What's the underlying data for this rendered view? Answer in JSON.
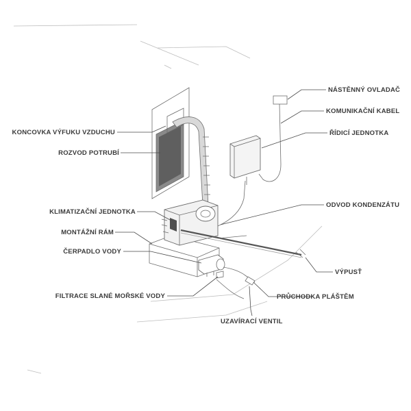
{
  "labels": {
    "koncovka": "KONCOVKA VÝFUKU VZDUCHU",
    "rozvod": "ROZVOD POTRUBÍ",
    "klimatizacni": "KLIMATIZAČNÍ JEDNOTKA",
    "montazni": "MONTÁŽNÍ RÁM",
    "cerpadlo": "ČERPADLO VODY",
    "filtrace": "FILTRACE SLANÉ MOŘSKÉ VODY",
    "nastenny": "NÁSTĚNNÝ OVLADAČ",
    "komunikacni": "KOMUNIKAČNÍ KABEL",
    "ridici": "ŘÍDICÍ JEDNOTKA",
    "odvod": "ODVOD KONDENZÁTU",
    "vypust": "VÝPUSŤ",
    "pruchodka": "PRŮCHODKA PLÁŠTĚM",
    "uzaviraci": "UZAVÍRACÍ VENTIL"
  },
  "colors": {
    "line": "#4a4a4a",
    "drawing": "#6b6b6b",
    "panel_shade": "#6e6e6e",
    "label": "#3a3a3a"
  }
}
